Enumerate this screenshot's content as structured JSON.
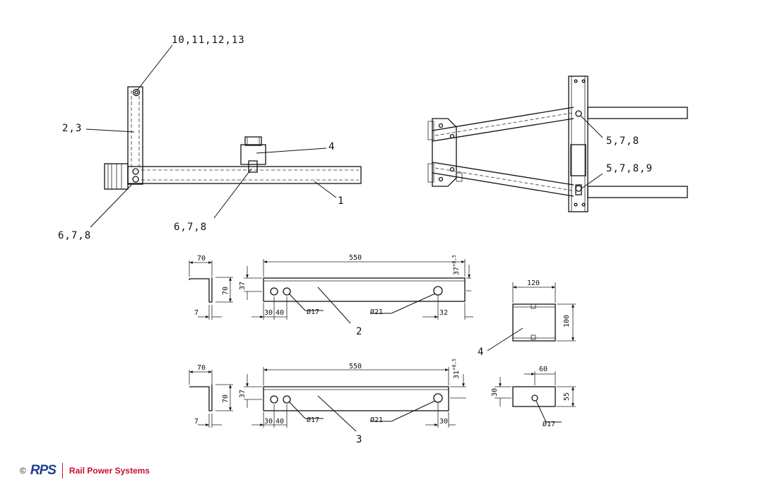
{
  "callouts": {
    "c_10_13": "10,11,12,13",
    "c_2_3": "2,3",
    "c_4_top": "4",
    "c_1": "1",
    "c_678_left": "6,7,8",
    "c_678_mid": "6,7,8",
    "c_578": "5,7,8",
    "c_5789": "5,7,8,9",
    "c_2": "2",
    "c_3": "3",
    "c_4_detail": "4"
  },
  "part2": {
    "w70": "70",
    "h70": "70",
    "t7": "7",
    "len550": "550",
    "h37": "37",
    "tol37": "37",
    "tol_sup": "+0,5",
    "e30": "30",
    "e40": "40",
    "hole17": "Ø17",
    "hole21": "Ø21",
    "e32": "32"
  },
  "part3": {
    "w70": "70",
    "h70": "70",
    "t7": "7",
    "len550": "550",
    "h37": "37",
    "tol31": "31",
    "tol_sup": "+0,5",
    "e30": "30",
    "e40": "40",
    "hole17": "Ø17",
    "hole21": "Ø21",
    "e30r": "30"
  },
  "part4": {
    "w120": "120",
    "h100": "100",
    "w60": "60",
    "h30": "30",
    "h55": "55",
    "hole17": "Ø17"
  },
  "footer": {
    "copyright": "©",
    "logo": "RPS",
    "company": "Rail Power Systems",
    "logo_color": "#1f3f8f",
    "brand_color": "#c8102e"
  }
}
